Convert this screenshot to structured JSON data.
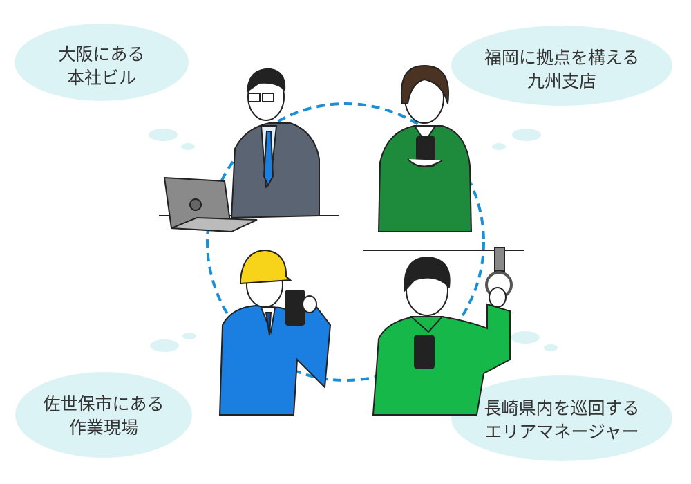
{
  "bubbles": {
    "osaka": {
      "line1": "大阪にある",
      "line2": "本社ビル"
    },
    "fukuoka": {
      "line1": "福岡に拠点を構える",
      "line2": "九州支店"
    },
    "sasebo": {
      "line1": "佐世保市にある",
      "line2": "作業現場"
    },
    "nagasaki": {
      "line1": "長崎県内を巡回する",
      "line2": "エリアマネージャー"
    }
  },
  "colors": {
    "bubble": "#dcf3f6",
    "dashed_circle": "#1a8fd6",
    "office_suit": "#5a6472",
    "branch_suit": "#1e8a3c",
    "worker_suit": "#1a7fe0",
    "manager_shirt": "#17b84a",
    "helmet": "#f7d31a"
  }
}
